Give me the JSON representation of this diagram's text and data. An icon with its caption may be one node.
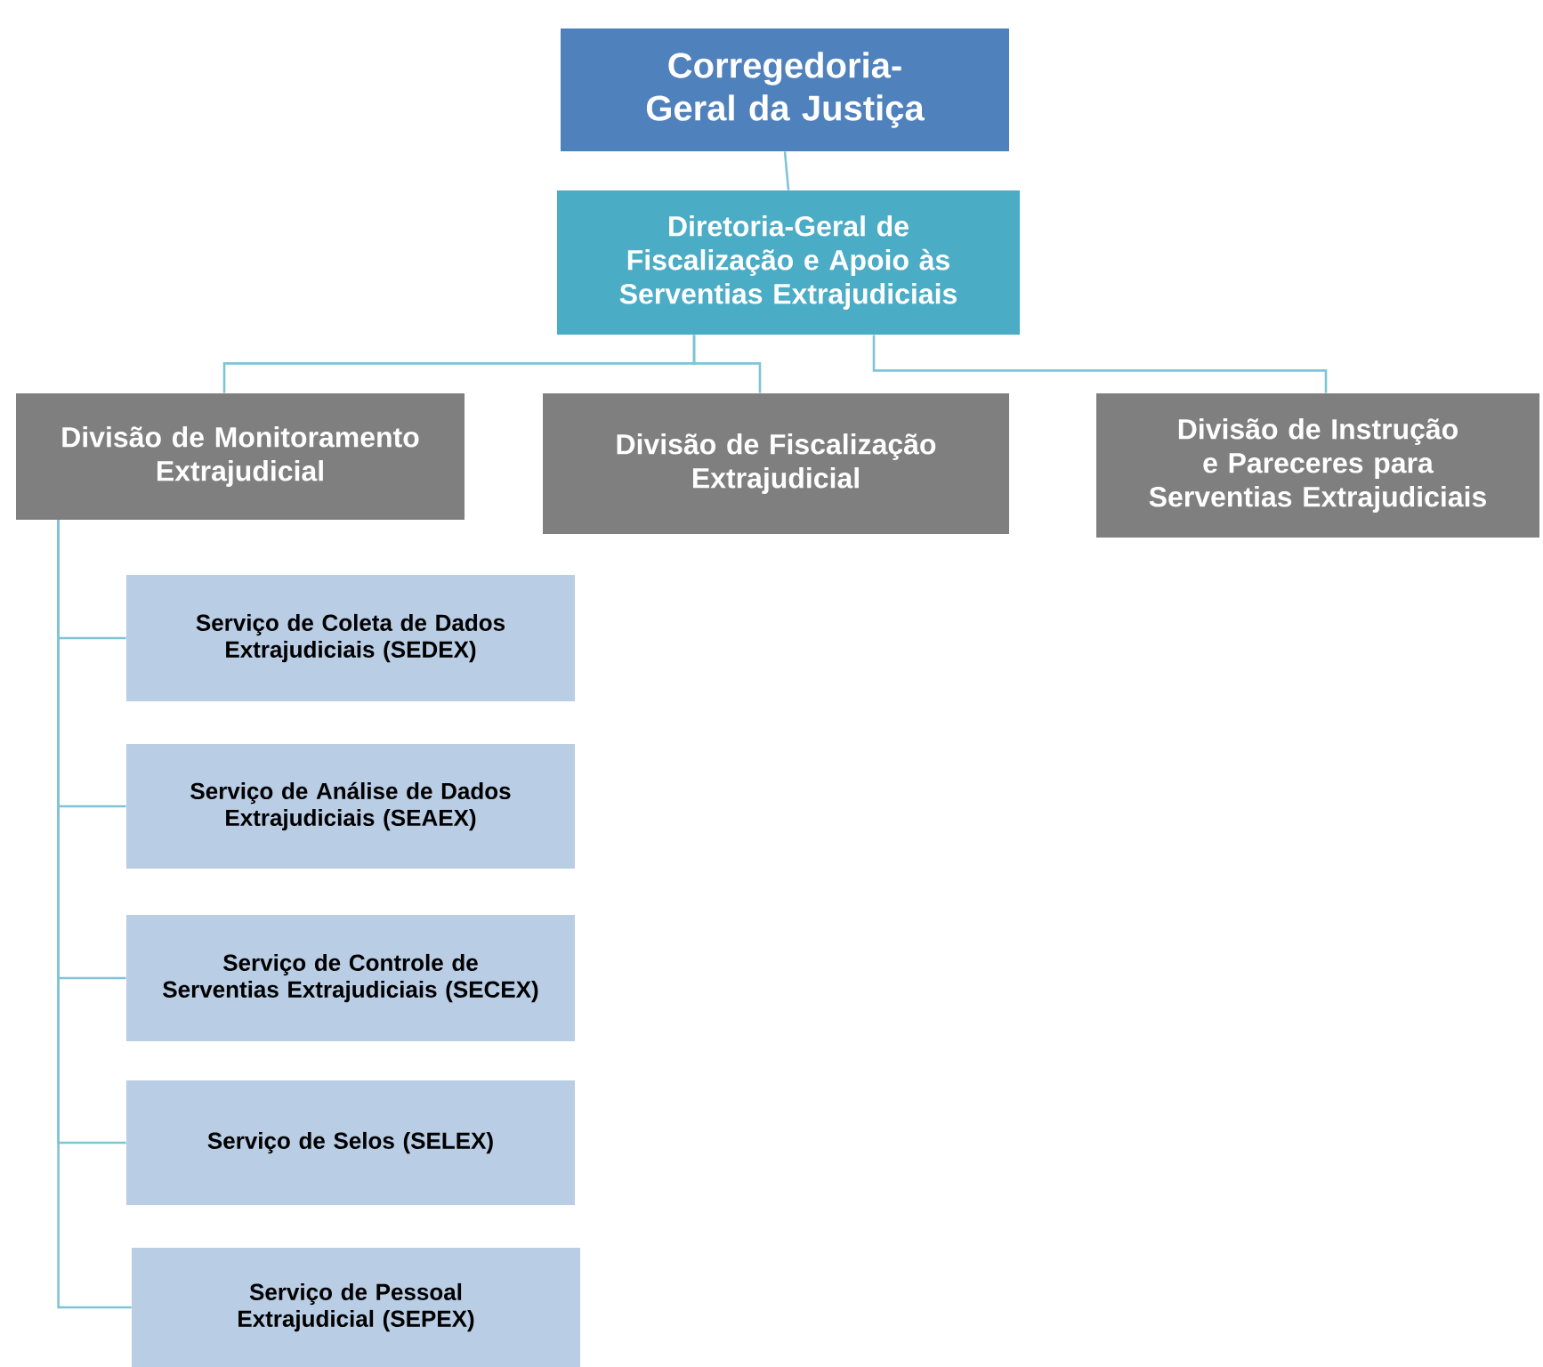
{
  "diagram": {
    "nodes": [
      {
        "text": [
          "Corregedoria-Geral da Justiça"
        ]
      },
      {
        "text": [
          "Diretoria-Geral de Fiscalização e Apoio às Serventias Extrajudiciais"
        ]
      },
      {
        "text": [
          "Divisão de Monitoramento Extrajudicial"
        ]
      },
      {
        "text": [
          "Divisão de Fiscalização Extrajudicial"
        ]
      },
      {
        "text": [
          "Divisão de Instrução e Pareceres para Serventias Extrajudiciais"
        ]
      },
      {
        "text": [
          "Serviço de Coleta de Dados Extrajudiciais (SEDEX)"
        ]
      },
      {
        "text": [
          "Serviço de Análise de Dados Extrajudiciais (SEAEX)"
        ]
      },
      {
        "text": [
          "Serviço de Controle de Serventias Extrajudiciais (SECEX)"
        ]
      },
      {
        "text": [
          "Serviço de Selos (SELEX)"
        ]
      },
      {
        "text": [
          "Serviço de Pessoal Extrajudicial (SEPEX)"
        ]
      }
    ],
    "edges": [
      {
        "from": 0,
        "to": 1,
        "arrow": "none"
      },
      {
        "from": 1,
        "to": 2,
        "arrow": "none"
      },
      {
        "from": 1,
        "to": 3,
        "arrow": "none"
      },
      {
        "from": 1,
        "to": 4,
        "arrow": "none"
      },
      {
        "from": 2,
        "to": 5,
        "arrow": "none"
      },
      {
        "from": 2,
        "to": 6,
        "arrow": "none"
      },
      {
        "from": 2,
        "to": 7,
        "arrow": "none"
      },
      {
        "from": 2,
        "to": 8,
        "arrow": "none"
      },
      {
        "from": 2,
        "to": 9,
        "arrow": "none"
      }
    ]
  }
}
